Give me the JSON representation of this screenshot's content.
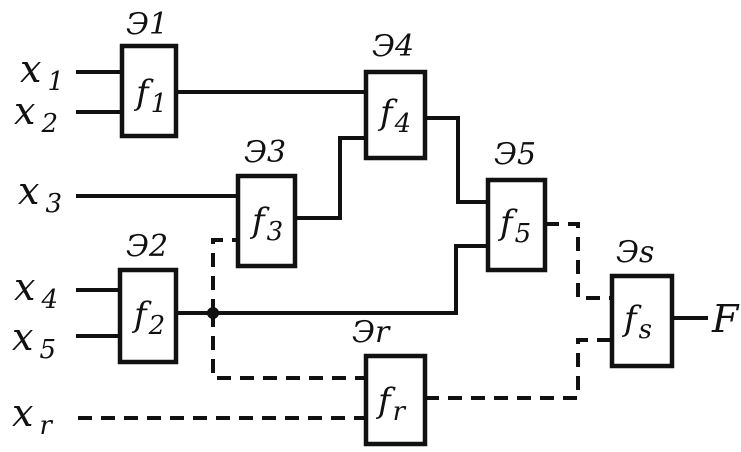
{
  "inputs": {
    "x1": {
      "base": "x",
      "sub": "1"
    },
    "x2": {
      "base": "x",
      "sub": "2"
    },
    "x3": {
      "base": "x",
      "sub": "3"
    },
    "x4": {
      "base": "x",
      "sub": "4"
    },
    "x5": {
      "base": "x",
      "sub": "5"
    },
    "xr": {
      "base": "x",
      "sub": "r"
    }
  },
  "elements": {
    "e1": {
      "tag": "Э1",
      "func": "f",
      "sub": "1"
    },
    "e2": {
      "tag": "Э2",
      "func": "f",
      "sub": "2"
    },
    "e3": {
      "tag": "Э3",
      "func": "f",
      "sub": "3"
    },
    "e4": {
      "tag": "Э4",
      "func": "f",
      "sub": "4"
    },
    "e5": {
      "tag": "Э5",
      "func": "f",
      "sub": "5"
    },
    "er": {
      "tag": "Эr",
      "func": "f",
      "sub": "r"
    },
    "es": {
      "tag": "Эs",
      "func": "f",
      "sub": "s"
    }
  },
  "output": {
    "label": "F"
  },
  "colors": {
    "ink": "#111111",
    "background": "#ffffff"
  }
}
